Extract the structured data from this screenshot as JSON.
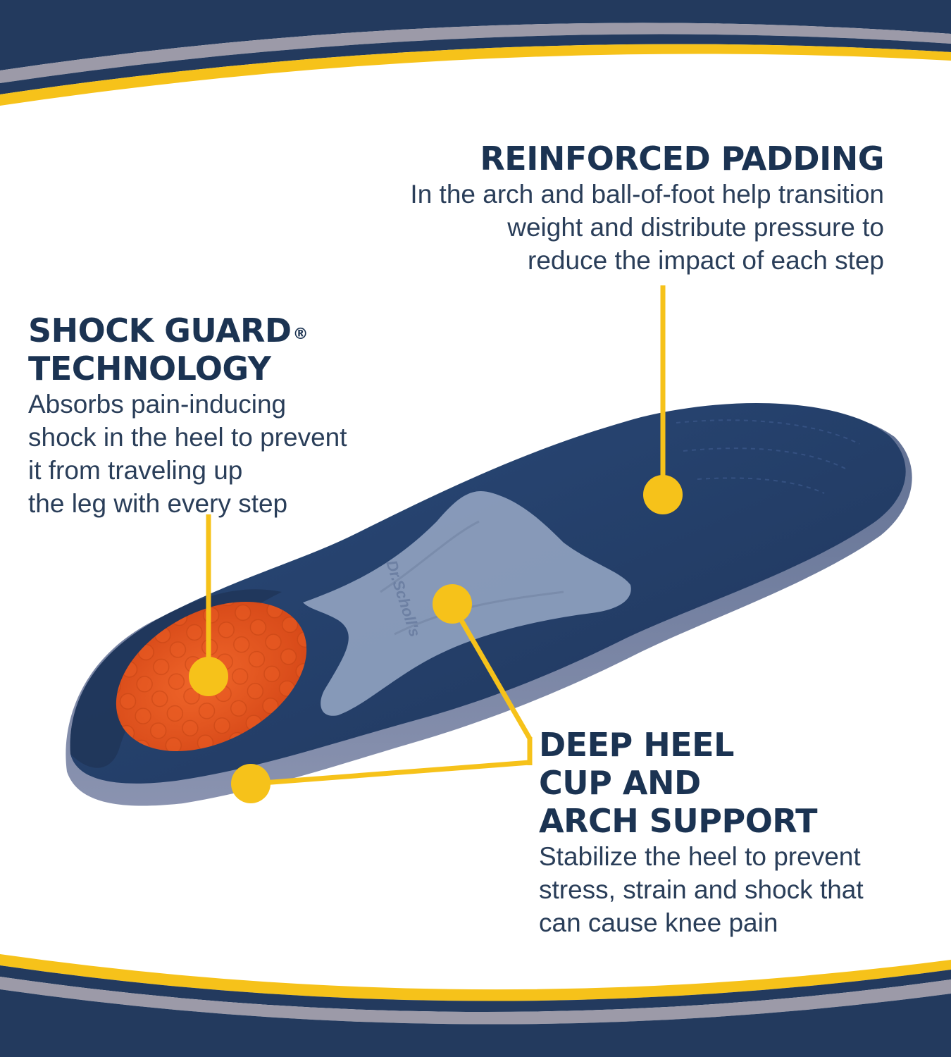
{
  "colors": {
    "navy": "#233a5e",
    "gray_band": "#9c9aa8",
    "yellow": "#f6c21a",
    "orange": "#e8541f",
    "insole_navy": "#243d66",
    "arch_gray": "#8fa1bf",
    "text": "#1e3554"
  },
  "insole_brand": "Dr.Scholl's",
  "features": [
    {
      "title": "REINFORCED PADDING",
      "description_lines": [
        "In the arch and ball-of-foot help transition",
        "weight and distribute pressure to",
        "reduce the impact of each step"
      ]
    },
    {
      "title_line1": "SHOCK GUARD",
      "registered": "®",
      "title_line2": "TECHNOLOGY",
      "description_lines": [
        "Absorbs pain-inducing",
        "shock in the heel to prevent",
        "it from traveling up",
        "the leg with every step"
      ]
    },
    {
      "title_lines": [
        "DEEP HEEL",
        "CUP AND",
        "ARCH SUPPORT"
      ],
      "description_lines": [
        "Stabilize the heel to prevent",
        "stress, strain and shock that",
        "can cause knee pain"
      ]
    }
  ]
}
